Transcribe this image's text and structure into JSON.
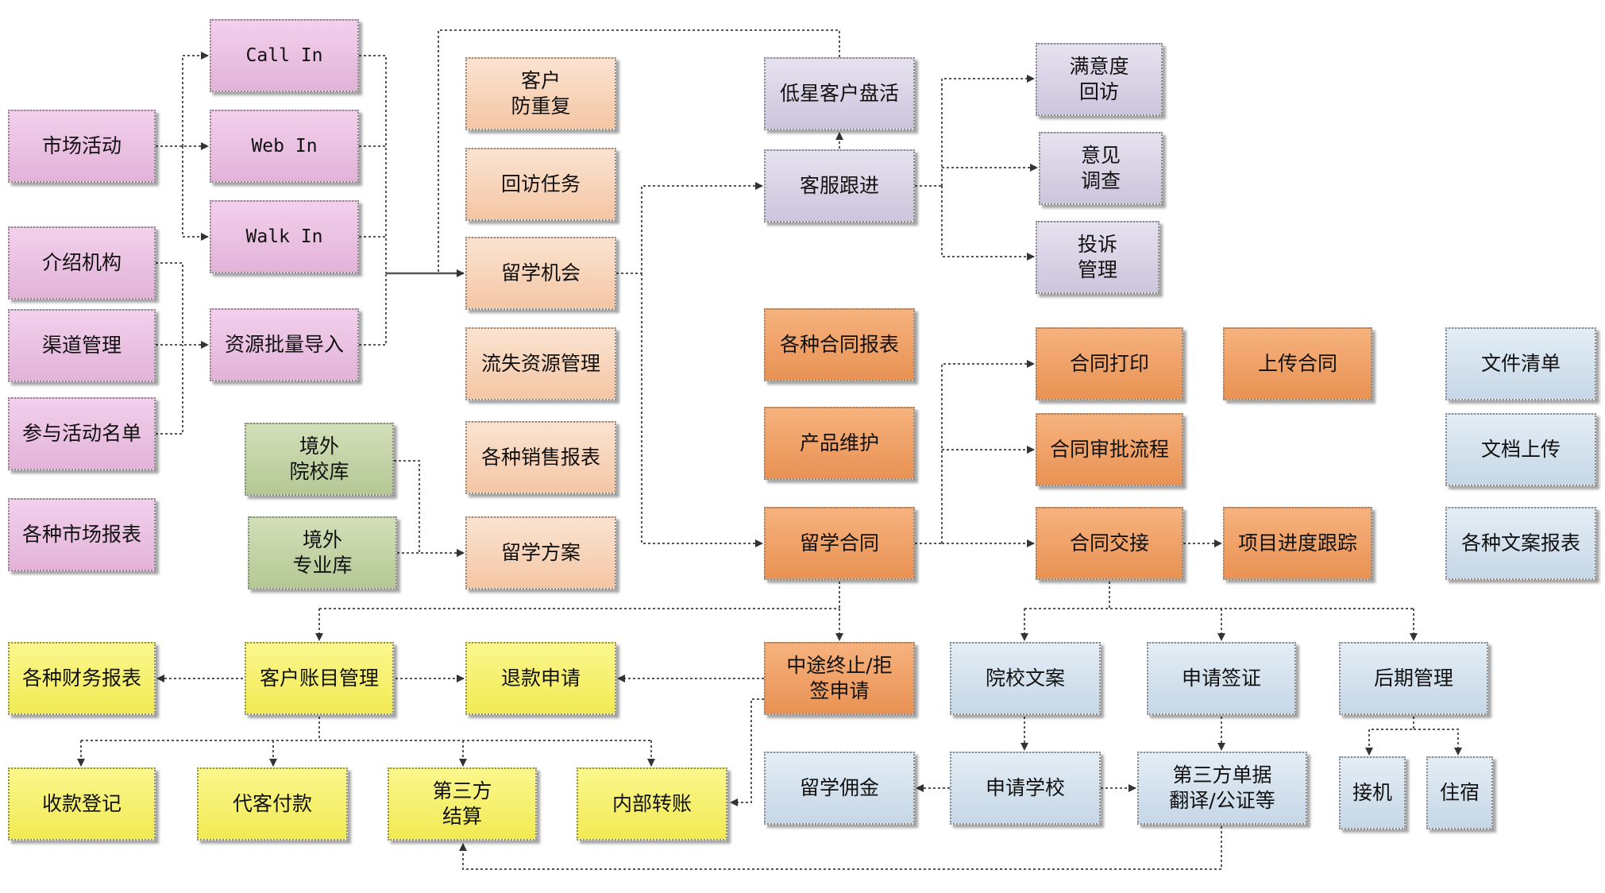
{
  "colors": {
    "pink": "#e8bde0",
    "peach": "#f7d3b8",
    "lavender": "#d8d2e4",
    "orange": "#ee9d62",
    "green": "#c3d3a4",
    "yellow": "#f6f06a",
    "blue": "#d3e2ee",
    "connector": "#555555"
  },
  "nodes": {
    "market_activity": "市场活动",
    "referral_agency": "介绍机构",
    "channel_mgmt": "渠道管理",
    "activity_list": "参与活动名单",
    "market_reports": "各种市场报表",
    "call_in": "Call In",
    "web_in": "Web In",
    "walk_in": "Walk In",
    "batch_import": "资源批量导入",
    "dedupe": "客户\n防重复",
    "revisit_task": "回访任务",
    "study_opportunity": "留学机会",
    "lost_resource": "流失资源管理",
    "sales_reports": "各种销售报表",
    "study_plan": "留学方案",
    "overseas_school_db": "境外\n院校库",
    "overseas_major_db": "境外\n专业库",
    "low_star_revive": "低星客户盘活",
    "cs_followup": "客服跟进",
    "contract_reports": "各种合同报表",
    "product_maint": "产品维护",
    "study_contract": "留学合同",
    "satisfaction_revisit": "满意度\n回访",
    "opinion_survey": "意见\n调查",
    "complaint_mgmt": "投诉\n管理",
    "contract_print": "合同打印",
    "contract_approval": "合同审批流程",
    "contract_handover": "合同交接",
    "upload_contract": "上传合同",
    "project_progress": "项目进度跟踪",
    "file_list": "文件清单",
    "doc_upload": "文档上传",
    "copywriting_reports": "各种文案报表",
    "finance_reports": "各种财务报表",
    "customer_account": "客户账目管理",
    "refund_request": "退款申请",
    "termination_request": "中途终止/拒\n签申请",
    "receipt_register": "收款登记",
    "payment_on_behalf": "代客付款",
    "third_party_settle": "第三方\n结算",
    "internal_transfer": "内部转账",
    "school_docs": "院校文案",
    "visa_apply": "申请签证",
    "post_mgmt": "后期管理",
    "study_commission": "留学佣金",
    "apply_school": "申请学校",
    "third_party_docs": "第三方单据\n翻译/公证等",
    "airport_pickup": "接机",
    "accommodation": "住宿"
  }
}
